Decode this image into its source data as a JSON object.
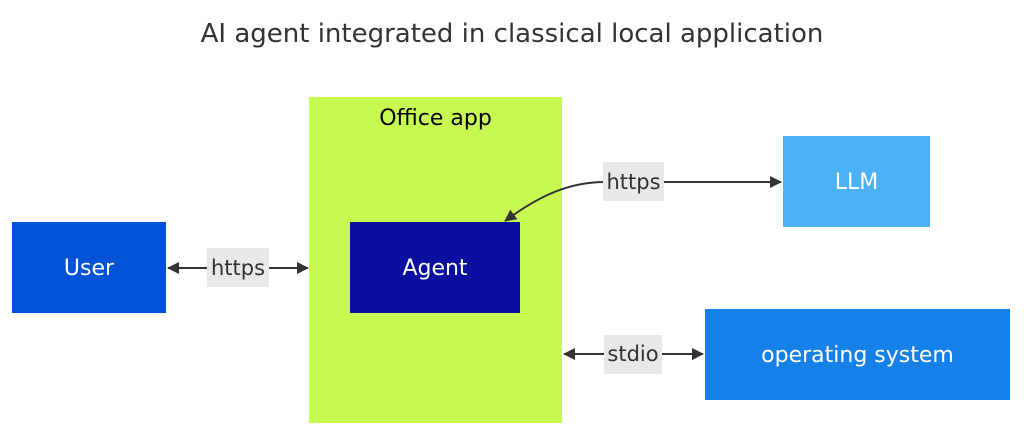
{
  "diagram": {
    "title": "AI agent integrated in classical local application",
    "group": {
      "id": "office-app",
      "label": "Office app",
      "color": "#c8f952"
    },
    "nodes": [
      {
        "id": "user",
        "label": "User",
        "color": "#0052d6"
      },
      {
        "id": "agent",
        "label": "Agent",
        "color": "#0a0fa0",
        "parent": "office-app"
      },
      {
        "id": "llm",
        "label": "LLM",
        "color": "#4bb0f5"
      },
      {
        "id": "os",
        "label": "operating system",
        "color": "#1580e8"
      }
    ],
    "edges": [
      {
        "from": "user",
        "to": "office-app",
        "label": "https",
        "direction": "both"
      },
      {
        "from": "agent",
        "to": "llm",
        "label": "https",
        "direction": "both"
      },
      {
        "from": "office-app",
        "to": "os",
        "label": "stdio",
        "direction": "both"
      }
    ],
    "edge_label_bg": "#e8e8e8",
    "edge_color": "#333333"
  }
}
